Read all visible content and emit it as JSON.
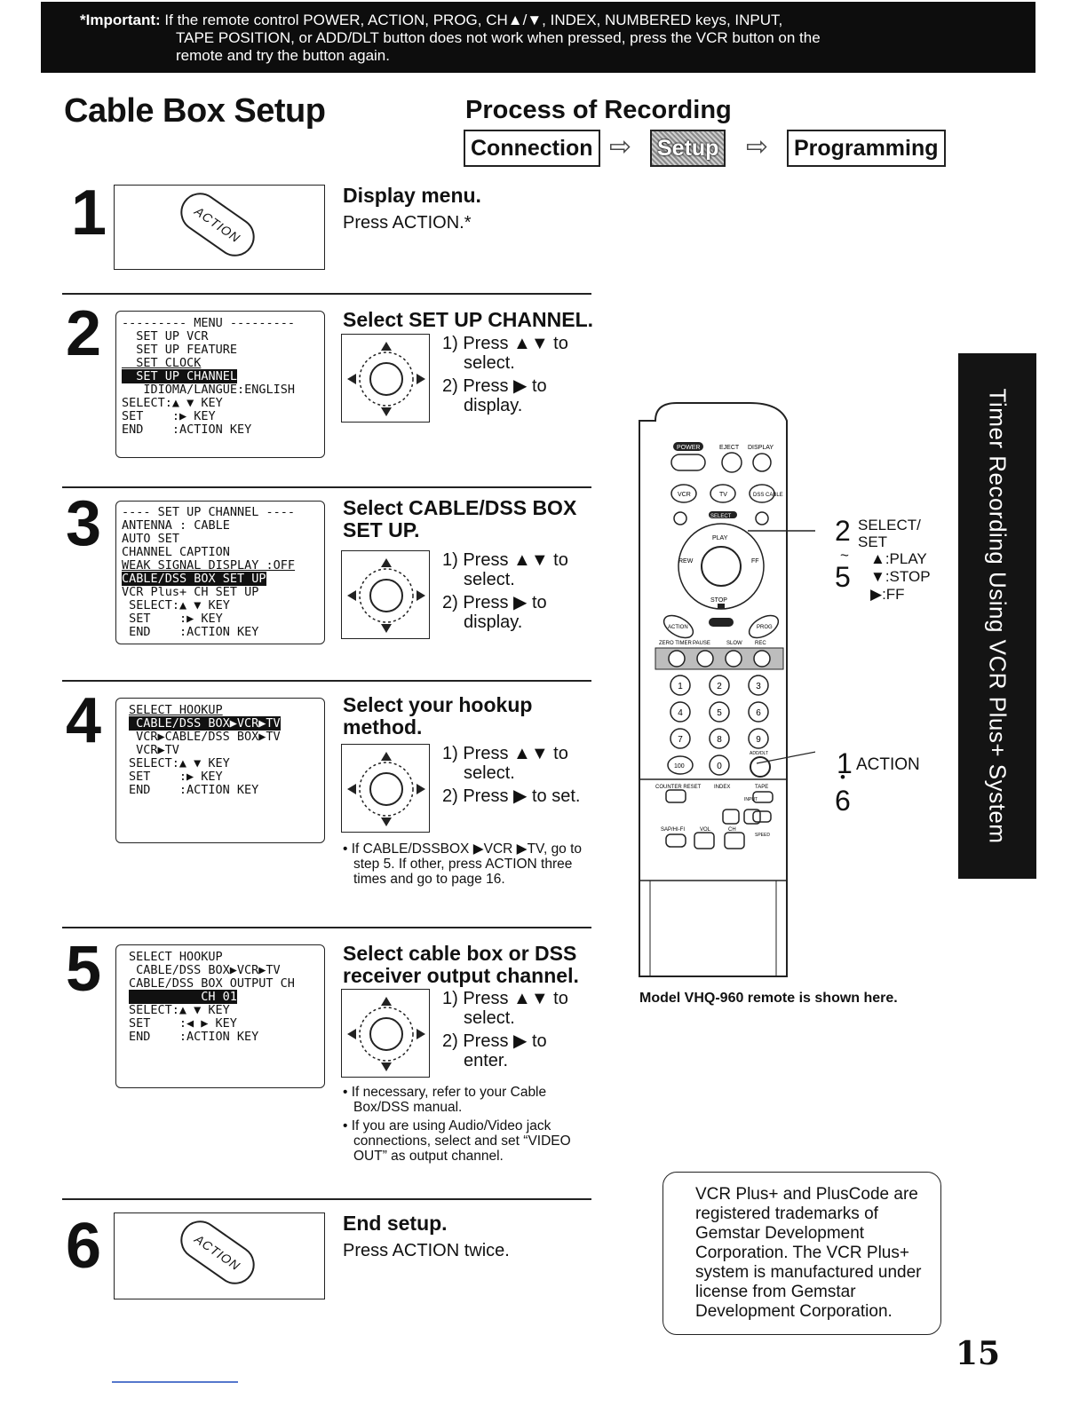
{
  "banner": {
    "lead": "*Important:",
    "line1": "If the remote control POWER, ACTION, PROG, CH▲/▼, INDEX, NUMBERED keys, INPUT,",
    "line2": "TAPE POSITION, or ADD/DLT button does not work when pressed, press the VCR button on the",
    "line3": "remote and try the button again."
  },
  "page_title": "Cable Box Setup",
  "process": {
    "title": "Process of Recording",
    "steps": [
      "Connection",
      "Setup",
      "Programming"
    ],
    "arrow": "⇨"
  },
  "steps": [
    {
      "num": "1",
      "button": "ACTION",
      "heading": "Display menu.",
      "body": "Press ACTION.*"
    },
    {
      "num": "2",
      "screen": [
        "--------- MENU ---------",
        "",
        "  SET UP VCR",
        "  SET UP FEATURE",
        "  SET CLOCK",
        "  SET UP CHANNEL",
        "   IDIOMA/LANGUE:ENGLISH",
        "SELECT:▲ ▼ KEY",
        "SET    :▶ KEY",
        "END    :ACTION KEY"
      ],
      "heading": "Select SET UP CHANNEL.",
      "instr": [
        "1) Press ▲▼ to select.",
        "2) Press ▶ to display."
      ]
    },
    {
      "num": "3",
      "screen": [
        "---- SET UP CHANNEL ----",
        "ANTENNA : CABLE",
        "AUTO SET",
        "CHANNEL CAPTION",
        "WEAK SIGNAL DISPLAY :OFF",
        "CABLE/DSS BOX SET UP",
        "VCR Plus+ CH SET UP",
        " SELECT:▲ ▼ KEY",
        " SET    :▶ KEY",
        " END    :ACTION KEY"
      ],
      "heading": "Select CABLE/DSS BOX SET UP.",
      "instr": [
        "1) Press ▲▼ to select.",
        "2) Press ▶ to display."
      ]
    },
    {
      "num": "4",
      "screen": [
        "SELECT HOOKUP",
        " CABLE/DSS BOX▶VCR▶TV",
        " VCR▶CABLE/DSS BOX▶TV",
        " VCR▶TV",
        "",
        "",
        "SELECT:▲ ▼ KEY",
        "SET    :▶ KEY",
        "END    :ACTION KEY"
      ],
      "heading": "Select your hookup method.",
      "instr": [
        "1) Press ▲▼ to select.",
        "2) Press ▶ to set."
      ],
      "notes": [
        "• If CABLE/DSSBOX ▶VCR ▶TV, go to step 5. If other, press ACTION three times and go to page 16."
      ]
    },
    {
      "num": "5",
      "screen": [
        "SELECT HOOKUP",
        " CABLE/DSS BOX▶VCR▶TV",
        "",
        "CABLE/DSS BOX OUTPUT CH",
        "          CH 01",
        "",
        "SELECT:▲ ▼ KEY",
        "SET    :◀ ▶ KEY",
        "END    :ACTION KEY"
      ],
      "heading": "Select cable box or DSS receiver output channel.",
      "instr": [
        "1) Press ▲▼ to select.",
        "2) Press ▶ to enter."
      ],
      "notes": [
        "• If necessary, refer to your Cable Box/DSS manual.",
        "• If you are using Audio/Video jack connections, select and set “VIDEO OUT” as output channel."
      ]
    },
    {
      "num": "6",
      "button": "ACTION",
      "heading": "End setup.",
      "body": "Press ACTION twice."
    }
  ],
  "sidebar": "Timer Recording Using VCR Plus+ System",
  "remote": {
    "labels": [
      "POWER",
      "EJECT",
      "DISPLAY",
      "VCR",
      "TV",
      "DSS CABLE",
      "SELECT",
      "PLAY",
      "REW",
      "FF",
      "STOP",
      "ACTION",
      "PROG",
      "ZERO TIMER",
      "PAUSE",
      "SLOW",
      "REC",
      "100",
      "ADD/DLT",
      "COUNTER RESET",
      "INDEX",
      "TAPE",
      "SAP/HI-FI",
      "VOL",
      "CH",
      "INPUT",
      "SPEED"
    ],
    "digits": [
      "1",
      "2",
      "3",
      "4",
      "5",
      "6",
      "7",
      "8",
      "9",
      "0"
    ],
    "callout_select": {
      "num_top": "2",
      "tilde": "~",
      "num_bottom": "5",
      "label": "SELECT/ SET",
      "play": "▲:PLAY",
      "stop": "▼:STOP",
      "ff": "▶:FF"
    },
    "callout_action": {
      "num_top": "1",
      "dot": "•",
      "num_bottom": "6",
      "label": "ACTION"
    }
  },
  "caption": "Model VHQ-960 remote is shown here.",
  "trademark": "VCR Plus+ and PlusCode are registered trademarks of Gemstar Development Corporation. The VCR Plus+ system is manufactured under license from Gemstar Development Corporation.",
  "page_number": "15"
}
